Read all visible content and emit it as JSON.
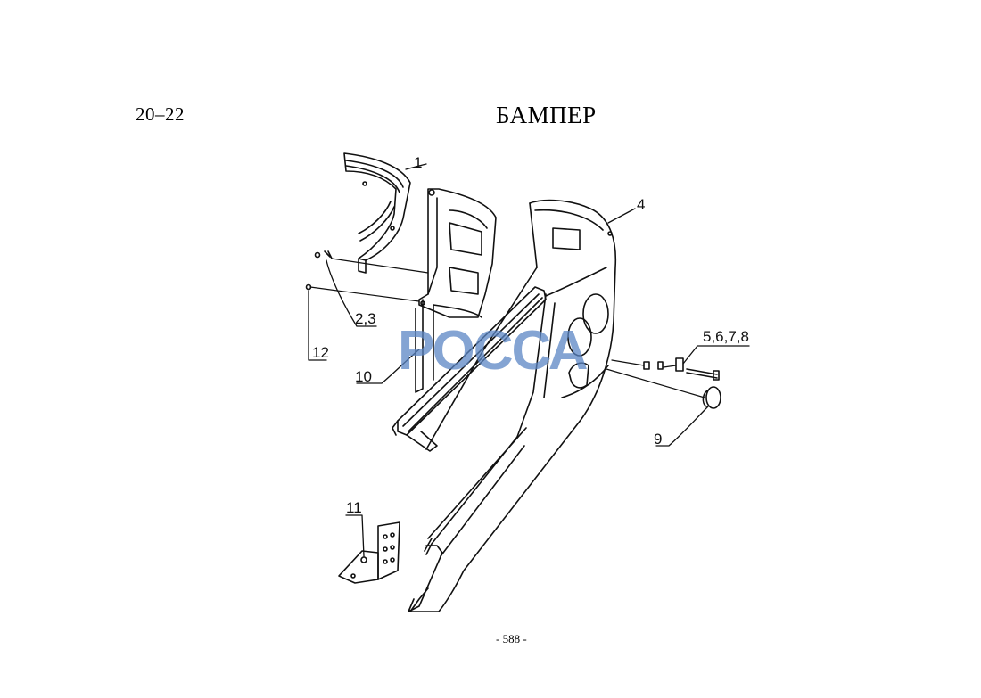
{
  "header": {
    "section_number": "20–22",
    "title": "БАМПЕР"
  },
  "footer": {
    "page_number": "- 588 -"
  },
  "watermark": {
    "text": "РОССА",
    "color": "#5b86c4"
  },
  "callouts": [
    {
      "id": "callout-1",
      "label": "1"
    },
    {
      "id": "callout-2-3",
      "label": "2,3"
    },
    {
      "id": "callout-4",
      "label": "4"
    },
    {
      "id": "callout-5-6-7-8",
      "label": "5,6,7,8"
    },
    {
      "id": "callout-9",
      "label": "9"
    },
    {
      "id": "callout-10",
      "label": "10"
    },
    {
      "id": "callout-11",
      "label": "11"
    },
    {
      "id": "callout-12",
      "label": "12"
    }
  ],
  "colors": {
    "ink": "#111111",
    "paper": "#ffffff"
  }
}
